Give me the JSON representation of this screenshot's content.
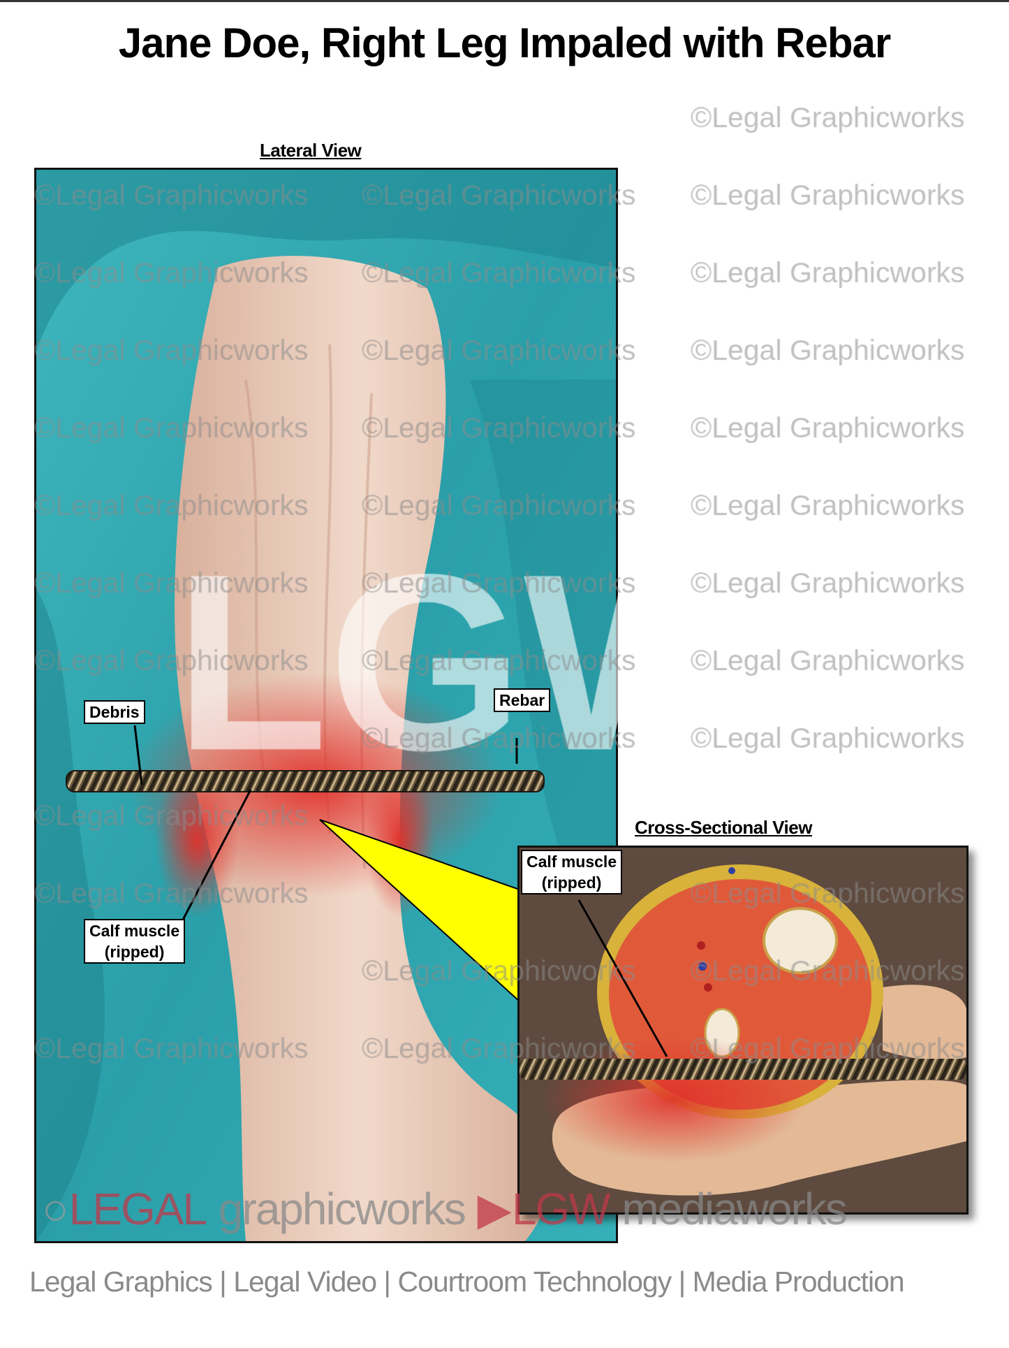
{
  "title": "Jane Doe, Right Leg Impaled with Rebar",
  "watermark": {
    "text": "©Legal Graphicworks",
    "big_logo": "LGW"
  },
  "lateral_view": {
    "label": "Lateral View",
    "callouts": {
      "debris": "Debris",
      "rebar": "Rebar",
      "calf_line1": "Calf muscle",
      "calf_line2": "(ripped)"
    }
  },
  "cross_section": {
    "label": "Cross-Sectional View",
    "callouts": {
      "calf_line1": "Calf muscle",
      "calf_line2": "(ripped)"
    }
  },
  "footer": {
    "logo_left_red": "LEGAL",
    "logo_left_gray": "graphicworks",
    "logo_right_red": "LGW",
    "logo_right_gray": "mediaworks",
    "tagline": "Legal Graphics | Legal Video | Courtroom Technology | Media Production"
  },
  "colors": {
    "drape": "#2aa3ad",
    "skin": "#ecd0bf",
    "blood": "#e0302a",
    "callout_highlight": "#ffff00",
    "cross_bg": "#5e4a3e",
    "fat_layer": "#d8b23a"
  }
}
